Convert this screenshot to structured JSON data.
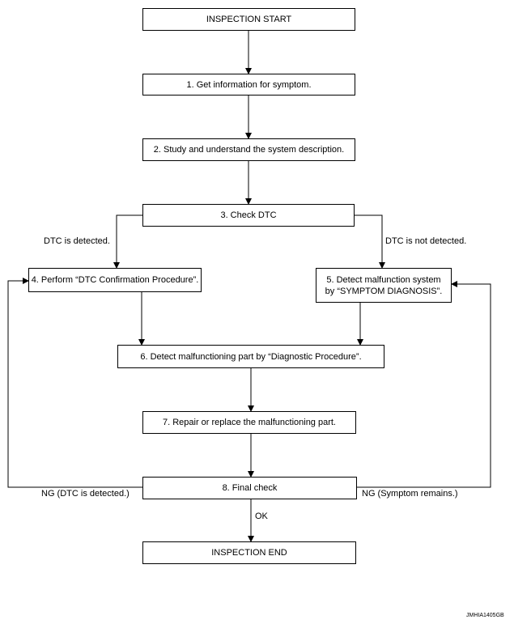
{
  "steps": {
    "start": "INSPECTION START",
    "s1": "1. Get information for symptom.",
    "s2": "2. Study and understand the system description.",
    "s3": "3. Check DTC",
    "s4": "4. Perform “DTC Confirmation Procedure”.",
    "s5": "5. Detect malfunction system\nby “SYMPTOM DIAGNOSIS”.",
    "s6": "6. Detect malfunctioning part by “Diagnostic Procedure”.",
    "s7": "7. Repair or replace the malfunctioning part.",
    "s8": "8. Final check",
    "end": "INSPECTION END"
  },
  "labels": {
    "dtc_detected": "DTC is detected.",
    "dtc_not_detected": "DTC is not detected.",
    "ng_dtc": "NG (DTC is detected.)",
    "ng_symptom": "NG (Symptom remains.)",
    "ok": "OK"
  },
  "image_code": "JMHIA1405GB"
}
